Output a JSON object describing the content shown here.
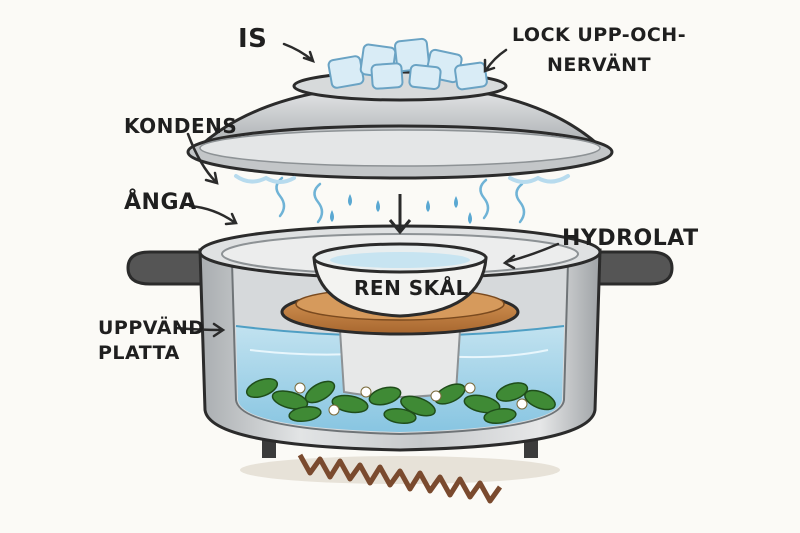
{
  "labels": {
    "is": "IS",
    "lock_line1": "LOCK UPP-OCH-",
    "lock_line2": "NERVÄNT",
    "kondens": "KONDENS",
    "anga": "ÅNGA",
    "hydrolat": "HYDROLAT",
    "ren_skal": "REN SKÅL",
    "uppvand_line1": "UPPVÄND",
    "uppvand_line2": "PLATTA"
  },
  "colors": {
    "steel": "#c9ccce",
    "steel_dark": "#8d9295",
    "water": "#9fd3ea",
    "ice": "#d9ecf6",
    "wood": "#c98a4b",
    "leaf": "#3f8a35",
    "flame": "#7a4a2e",
    "outline": "#2b2b2b"
  }
}
